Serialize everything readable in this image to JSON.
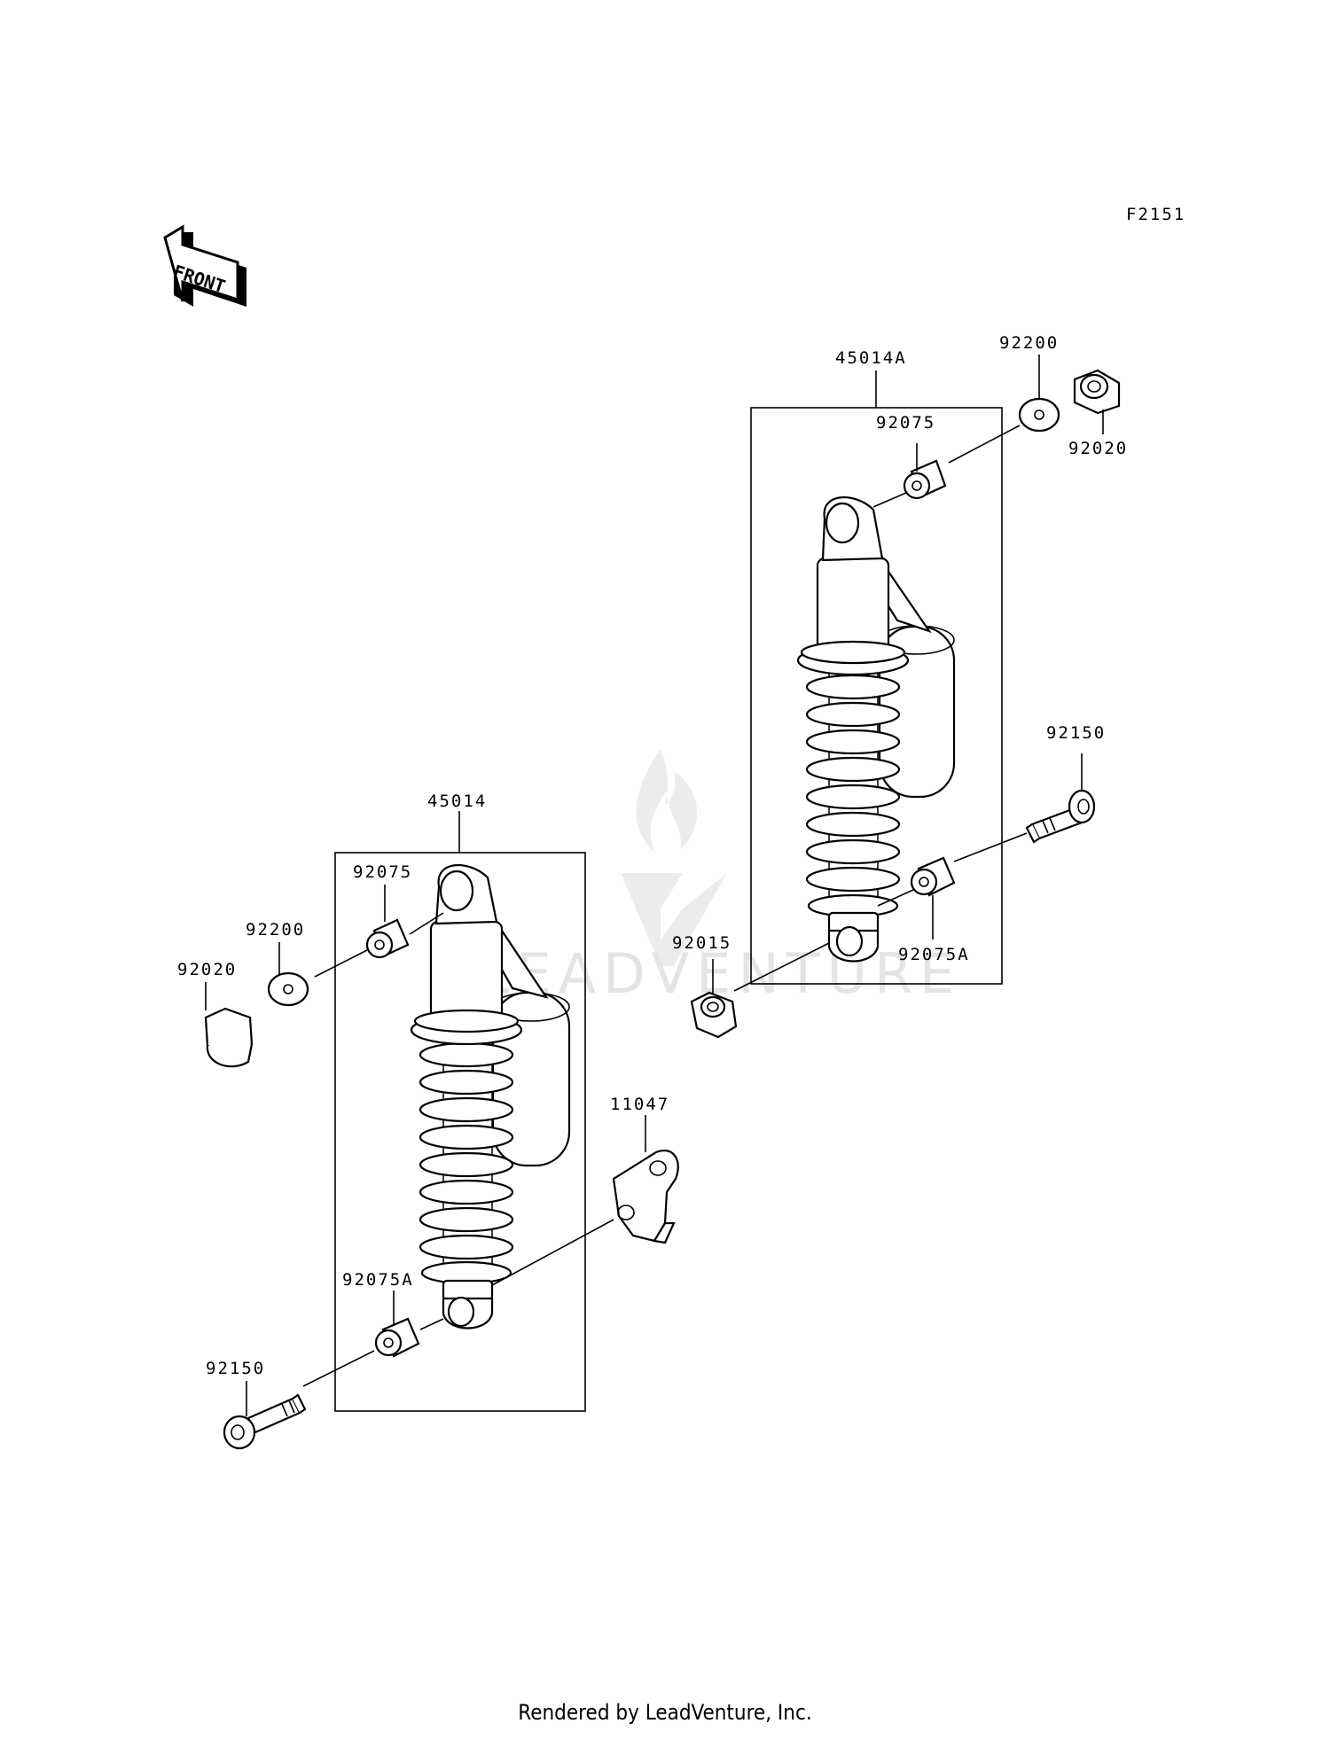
{
  "figure_code": "F2151",
  "front_label": "FRONT",
  "watermark_text": "LEADVENTURE",
  "footer": "Rendered by LeadVenture, Inc.",
  "parts": {
    "rear_shock": "45014A",
    "front_shock": "45014",
    "rear_washer": "92200",
    "rear_nut": "92020",
    "rear_bushing_top": "92075",
    "rear_bolt": "92150",
    "rear_bushing_bottom": "92075A",
    "rear_lower_nut": "92015",
    "front_bushing_top": "92075",
    "front_washer": "92200",
    "front_cap_nut": "92020",
    "bracket": "11047",
    "front_bushing_bottom": "92075A",
    "front_bolt": "92150"
  }
}
